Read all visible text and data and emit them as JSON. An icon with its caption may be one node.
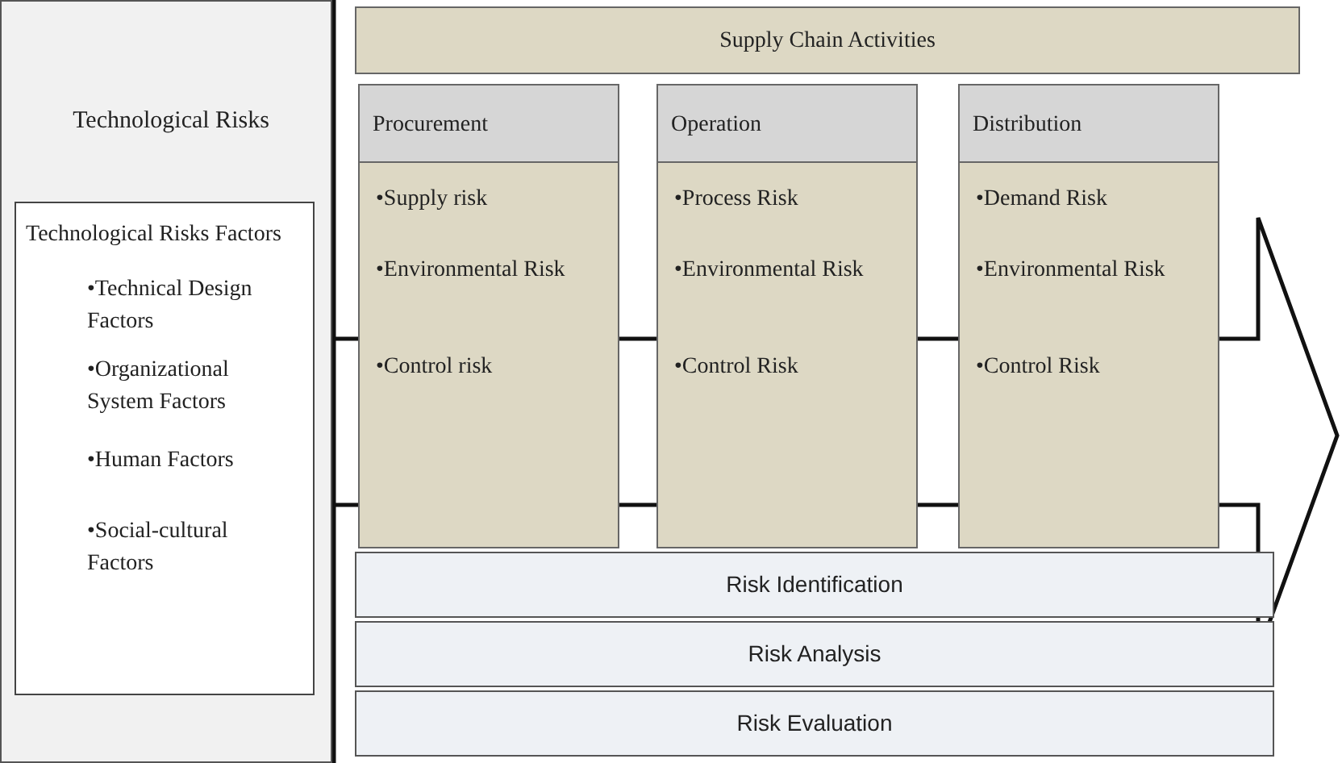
{
  "diagram": {
    "nodes": [
      {
        "text": [
          "Technological Risks"
        ]
      },
      {
        "text": [
          "Technological Risks Factors",
          "•Technical Design Factors",
          "•Organizational System Factors",
          "•Human Factors",
          "•Social-cultural Factors"
        ],
        "in": 0
      },
      {
        "text": [
          "Supply Chain Activities"
        ]
      },
      {
        "text": [
          "Procurement",
          "•Supply risk",
          "•Environmental Risk",
          "•Control risk"
        ]
      },
      {
        "text": [
          "Operation",
          "•Process Risk",
          "•Environmental Risk",
          "•Control Risk"
        ]
      },
      {
        "text": [
          "Distribution",
          "•Demand Risk",
          "•Environmental Risk",
          "•Control Risk"
        ]
      },
      {
        "text": [
          "Risk Identification"
        ]
      },
      {
        "text": [
          "Risk Analysis"
        ]
      },
      {
        "text": [
          "Risk Evaluation"
        ]
      }
    ],
    "edges": []
  }
}
